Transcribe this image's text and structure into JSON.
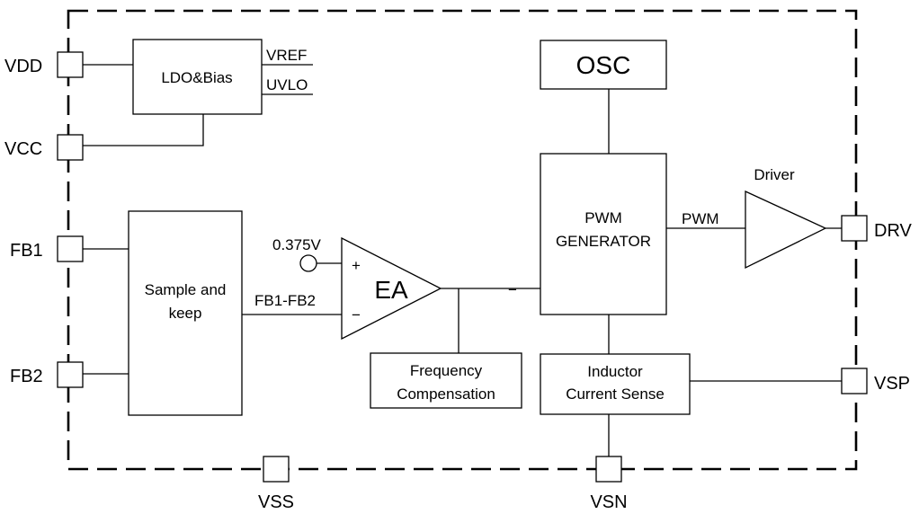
{
  "pins": {
    "vdd": "VDD",
    "vcc": "VCC",
    "fb1": "FB1",
    "fb2": "FB2",
    "vss": "VSS",
    "vsn": "VSN",
    "drv": "DRV",
    "vsp": "VSP"
  },
  "blocks": {
    "ldo": "LDO&Bias",
    "osc": "OSC",
    "sample_line1": "Sample and",
    "sample_line2": "keep",
    "ea": "EA",
    "pwm_gen_line1": "PWM",
    "pwm_gen_line2": "GENERATOR",
    "freq_line1": "Frequency",
    "freq_line2": "Compensation",
    "ics_line1": "Inductor",
    "ics_line2": "Current Sense",
    "driver": "Driver"
  },
  "signals": {
    "vref": "VREF",
    "uvlo": "UVLO",
    "ref_voltage": "0.375V",
    "fb_diff": "FB1-FB2",
    "pwm": "PWM",
    "plus": "+",
    "minus": "−"
  }
}
